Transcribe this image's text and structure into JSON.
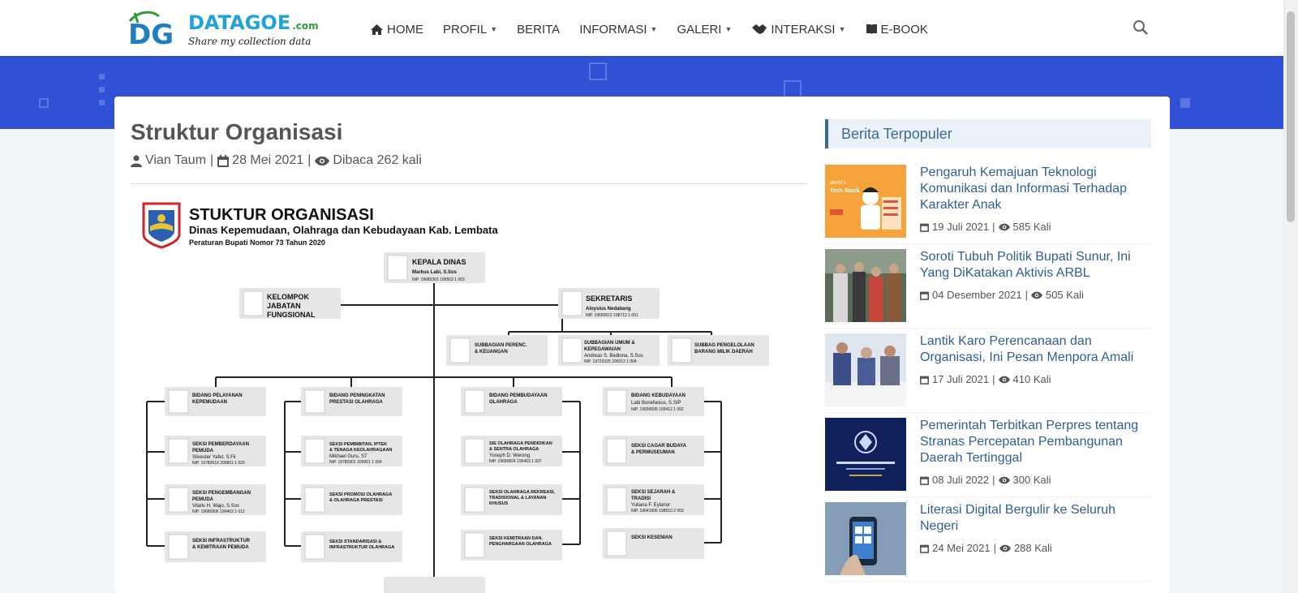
{
  "brand": {
    "name": "DATAGOE",
    "domain_suffix": ".com",
    "tagline": "Share my collection data",
    "mark_text": "DG",
    "colors": {
      "blue": "#1fa3d8",
      "green": "#2e9a3a"
    }
  },
  "nav": {
    "items": [
      {
        "label": "HOME",
        "icon": "home-icon",
        "dropdown": false
      },
      {
        "label": "PROFIL",
        "icon": "",
        "dropdown": true
      },
      {
        "label": "BERITA",
        "icon": "",
        "dropdown": false
      },
      {
        "label": "INFORMASI",
        "icon": "",
        "dropdown": true
      },
      {
        "label": "GALERI",
        "icon": "",
        "dropdown": true
      },
      {
        "label": "INTERAKSI",
        "icon": "handshake-icon",
        "dropdown": true
      },
      {
        "label": "E-BOOK",
        "icon": "book-icon",
        "dropdown": false
      }
    ],
    "search_icon": "search-icon"
  },
  "theme": {
    "banner": "#3051d6",
    "link": "#2f5f94",
    "accent": "#3b6a99"
  },
  "article": {
    "title": "Struktur Organisasi",
    "author": "Vian Taum",
    "date": "28 Mei 2021",
    "views": "Dibaca 262 kali"
  },
  "orgchart": {
    "heading": "STUKTUR ORGANISASI",
    "subheading": "Dinas Kepemudaan, Olahraga dan Kebudayaan Kab. Lembata",
    "regulation": "Peraturan Bupati Nomor 73 Tahun 2020",
    "head": {
      "title": "KEPALA DINAS",
      "name": "Markus Labi, S.Sos",
      "nip": "NIP. 19680303 199503 1 003"
    },
    "kelompok": {
      "line1": "KELOMPOK",
      "line2": "JABATAN",
      "line3": "FUNGSIONAL"
    },
    "secretary": {
      "title": "SEKRETARIS",
      "name": "Aloysius Nedabang",
      "nip": "NIP. 19650512 198712 1 001"
    },
    "sub1": {
      "line1": "SUBBAGIAN PERENC.",
      "line2": "& KEUANGAN"
    },
    "sub2": {
      "line1": "SUBBAGIAN UMUM &",
      "line2": "KEPEGAWAIAN",
      "name": "Andreas S. Bediona, S.Sos",
      "nip": "NIP. 19720325 200012 1 004"
    },
    "sub3": {
      "line1": "SUBBAG PENGELOLAAN",
      "line2": "BARANG MILIK DAERAH"
    },
    "bid1": {
      "line1": "BIDANG PELAYANAN",
      "line2": "KEPEMUDAAN"
    },
    "bid2": {
      "line1": "BIDANG PENINGKATAN",
      "line2": "PRESTASI OLAHRAGA"
    },
    "bid3": {
      "line1": "BIDANG PEMBUDAYAAN",
      "line2": "OLAHRAGA"
    },
    "bid4": {
      "line1": "BIDANG KEBUDAYAAN",
      "name": "Labi Bonefasius, S.SIP",
      "nip": "NIP. 19690605 199412 1 002"
    },
    "s11": {
      "line1": "SEKSI PEMBERDAYAAN",
      "line2": "PEMUDA",
      "name": "Silvester Yafet, S.Fil",
      "nip": "NIP. 19780519 200801 1 020"
    },
    "s12": {
      "line1": "SEKSI PENGEMBANGAN",
      "line2": "PEMUDA",
      "name": "Vitalis H. Wajo, S.Sos",
      "nip": "NIP. 19680906 199403 1 012"
    },
    "s13": {
      "line1": "SEKSI INFRASTRUKTUR",
      "line2": "& KEMITRAAN PEMUDA"
    },
    "s21": {
      "line1": "SEKSI PEMBIBITAN, IPTEK",
      "line2": "& TENAGA KEOLAHRAGAAN",
      "name": "Mikhael Guru, ST",
      "nip": "NIP. 19780301 200901 1 004"
    },
    "s22": {
      "line1": "SEKSI PROMOSI OLAHRAGA",
      "line2": "& OLAHRAGA PRESTASI"
    },
    "s23": {
      "line1": "SEKSI STANDARISASI &",
      "line2": "INFRASTRUKTUR OLAHRAGA"
    },
    "s31": {
      "line1": "SIE OLAHRAGA PENDIDIKAN",
      "line2": "& SENTRA OLAHRAGA",
      "name": "Yoseph D. Werong",
      "nip": "NIP. 19690824 199403 1 007"
    },
    "s32": {
      "line1": "SEKSI OLAHRAGA REKREASI,",
      "line2": "TRADISIONAL & LAYANAN",
      "line3": "KHUSUS"
    },
    "s33": {
      "line1": "SEKSI KEMITRAAN DAN.",
      "line2": "PENGHARGAAN OLAHRAGA"
    },
    "s41": {
      "line1": "SEKSI CAGAR BUDAYA",
      "line2": "& PERMUSEUMAN"
    },
    "s42": {
      "line1": "SEKSI SEJARAH &",
      "line2": "TRADISI",
      "name": "Yuliana F. Eylanor",
      "nip": "NIP. 19641906 198610 2 003"
    },
    "s43": {
      "line1": "SEKSI KESENIAN"
    }
  },
  "sidebar": {
    "title": "Berita Terpopuler",
    "news": [
      {
        "title": "Pengaruh Kemajuan Teknologi Komunikasi dan Informasi Terhadap Karakter Anak",
        "date": "19 Juli 2021",
        "views": "585 Kali",
        "thumb_text_1": "World's",
        "thumb_text_2": "Tech Stack",
        "thumb_color": "#f6a33c"
      },
      {
        "title": "Soroti Tubuh Politik Bupati Sunur, Ini Yang DiKatakan Aktivis ARBL",
        "date": "04 Desember 2021",
        "views": "505 Kali",
        "thumb_color": "#5a6a55"
      },
      {
        "title": "Lantik Karo Perencanaan dan Organisasi, Ini Pesan Menpora Amali",
        "date": "17 Juli 2021",
        "views": "410 Kali",
        "thumb_color": "#6f7fa8"
      },
      {
        "title": "Pemerintah Terbitkan Perpres tentang Stranas Percepatan Pembangunan Daerah Tertinggal",
        "date": "08 Juli 2022",
        "views": "300 Kali",
        "thumb_color": "#10205a"
      },
      {
        "title": "Literasi Digital Bergulir ke Seluruh Negeri",
        "date": "24 Mei 2021",
        "views": "288 Kali",
        "thumb_color": "#6f8aa8"
      }
    ]
  }
}
